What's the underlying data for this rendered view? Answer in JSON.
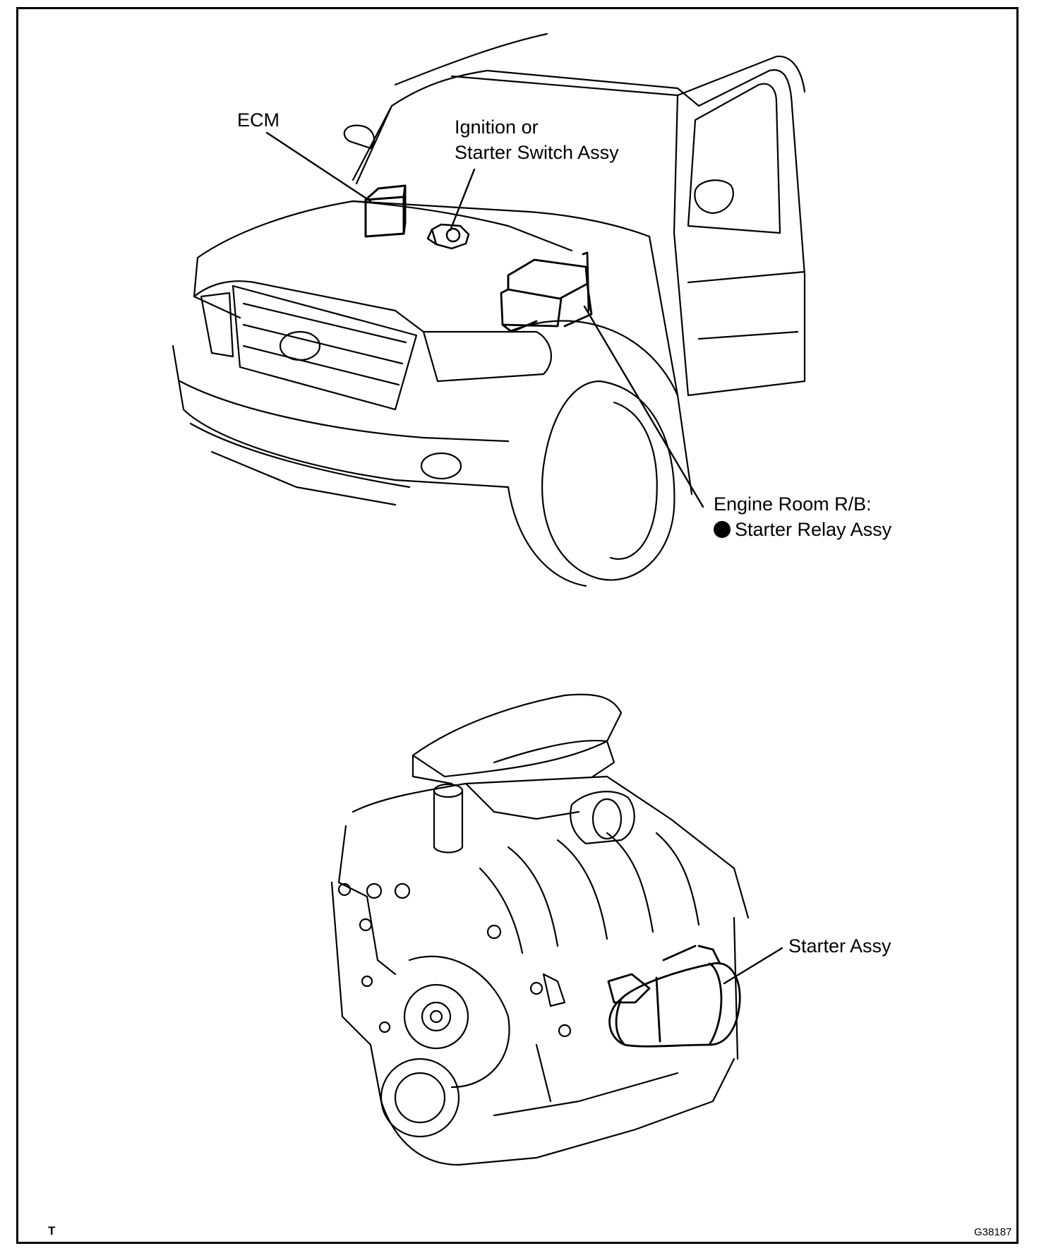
{
  "labels": {
    "ecm": "ECM",
    "ignition_line1": "Ignition or",
    "ignition_line2": "Starter Switch Assy",
    "engine_room_rb": "Engine Room R/B:",
    "starter_relay": "Starter Relay Assy",
    "starter_assy": "Starter Assy"
  },
  "corner": {
    "left_mark": "T",
    "figure_code": "G38187"
  },
  "icons": {
    "bullet": "filled-circle-icon"
  }
}
